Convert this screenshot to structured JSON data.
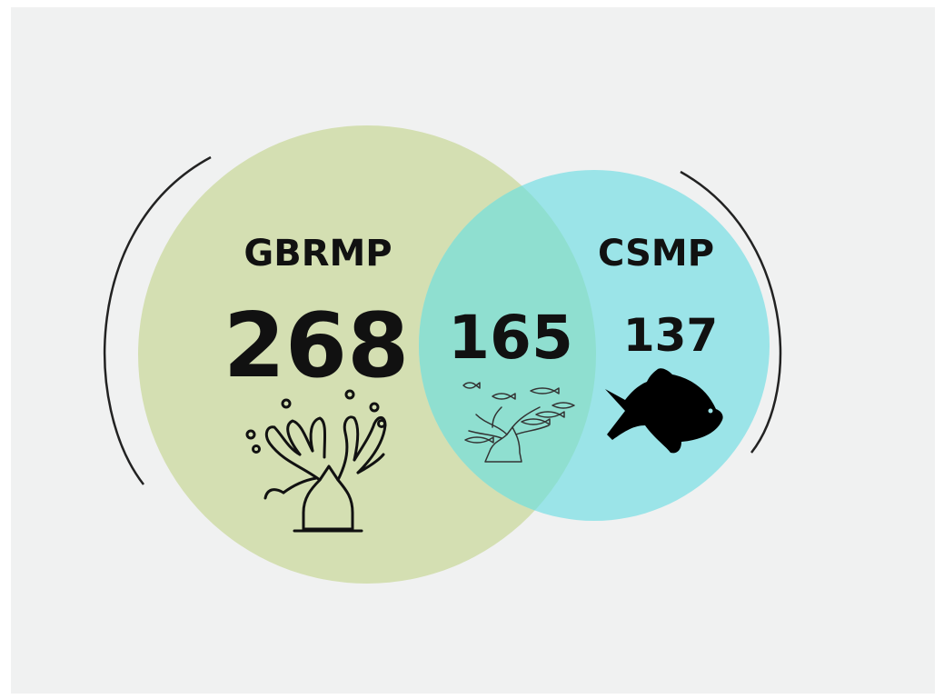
{
  "sets": [
    {
      "name": "GBRMP",
      "count": "268",
      "color": "#d4dfb2"
    },
    {
      "name": "CSMP",
      "count": "137",
      "color": "#9be4e8"
    }
  ],
  "intersection": {
    "count": "165",
    "color": "#8fdfd0"
  },
  "icons": {
    "left": "coral-icon",
    "overlap": "coral-with-fish-icon",
    "right": "fish-icon"
  }
}
